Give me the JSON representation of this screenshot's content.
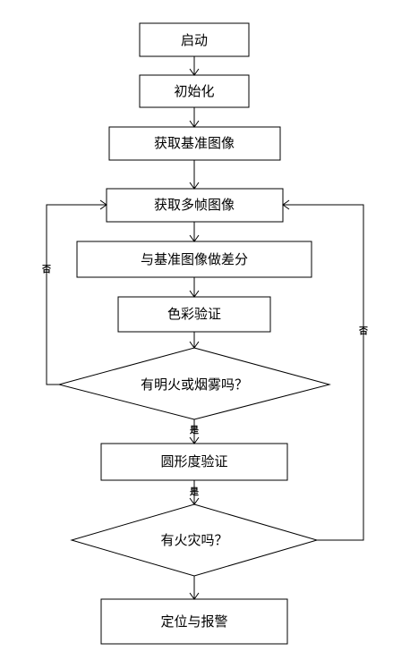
{
  "nodes": {
    "start": "启动",
    "init": "初始化",
    "get_ref": "获取基准图像",
    "get_frames": "获取多帧图像",
    "diff": "与基准图像做差分",
    "color_check": "色彩验证",
    "flame_smoke": "有明火或烟雾吗？",
    "circularity": "圆形度验证",
    "fire_check": "有火灾吗？",
    "locate_alarm": "定位与报警"
  },
  "edges": {
    "yes_1": "是",
    "yes_2": "是",
    "no_left": "否",
    "no_right": "否"
  }
}
